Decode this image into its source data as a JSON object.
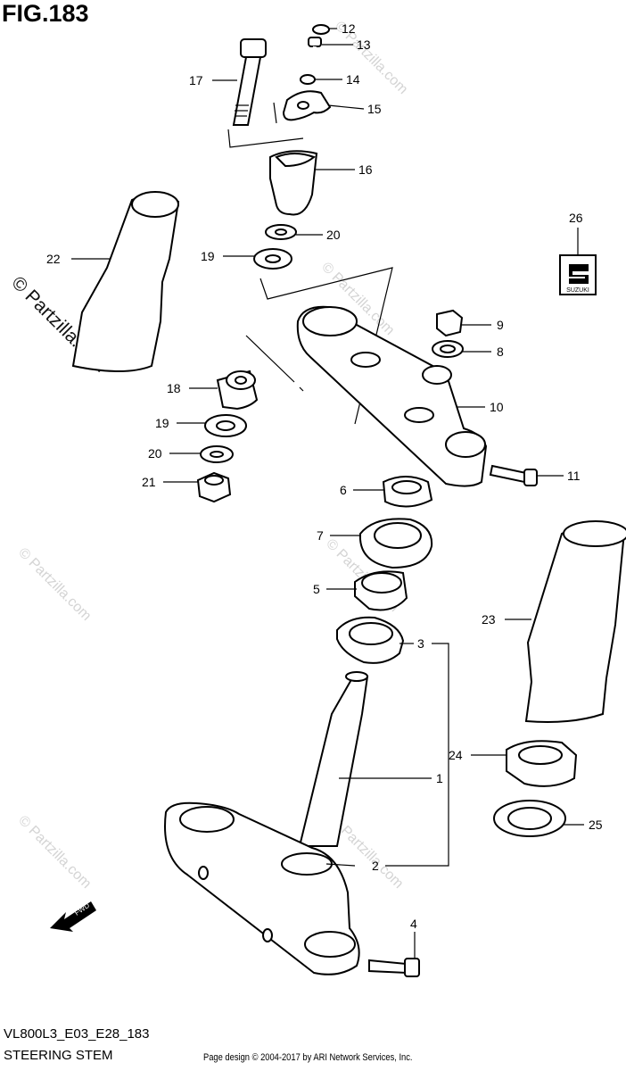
{
  "figure": {
    "title": "FIG.183",
    "model_code": "VL800L3_E03_E28_183",
    "assembly_name": "STEERING STEM",
    "credit": "Page design © 2004-2017 by ARI Network Services, Inc.",
    "watermark": "© Partzilla.com",
    "fwd_label": "FWD",
    "emblem_label": "SUZUKI"
  },
  "callouts": [
    {
      "id": "c12",
      "label": "12"
    },
    {
      "id": "c13",
      "label": "13"
    },
    {
      "id": "c14",
      "label": "14"
    },
    {
      "id": "c15",
      "label": "15"
    },
    {
      "id": "c16",
      "label": "16"
    },
    {
      "id": "c17",
      "label": "17"
    },
    {
      "id": "c20a",
      "label": "20"
    },
    {
      "id": "c19a",
      "label": "19"
    },
    {
      "id": "c22",
      "label": "22"
    },
    {
      "id": "c26",
      "label": "26"
    },
    {
      "id": "c9",
      "label": "9"
    },
    {
      "id": "c8",
      "label": "8"
    },
    {
      "id": "c10",
      "label": "10"
    },
    {
      "id": "c18",
      "label": "18"
    },
    {
      "id": "c19b",
      "label": "19"
    },
    {
      "id": "c20b",
      "label": "20"
    },
    {
      "id": "c21",
      "label": "21"
    },
    {
      "id": "c11",
      "label": "11"
    },
    {
      "id": "c6",
      "label": "6"
    },
    {
      "id": "c7",
      "label": "7"
    },
    {
      "id": "c5",
      "label": "5"
    },
    {
      "id": "c3",
      "label": "3"
    },
    {
      "id": "c23",
      "label": "23"
    },
    {
      "id": "c1",
      "label": "1"
    },
    {
      "id": "c24",
      "label": "24"
    },
    {
      "id": "c25",
      "label": "25"
    },
    {
      "id": "c2",
      "label": "2"
    },
    {
      "id": "c4",
      "label": "4"
    }
  ]
}
